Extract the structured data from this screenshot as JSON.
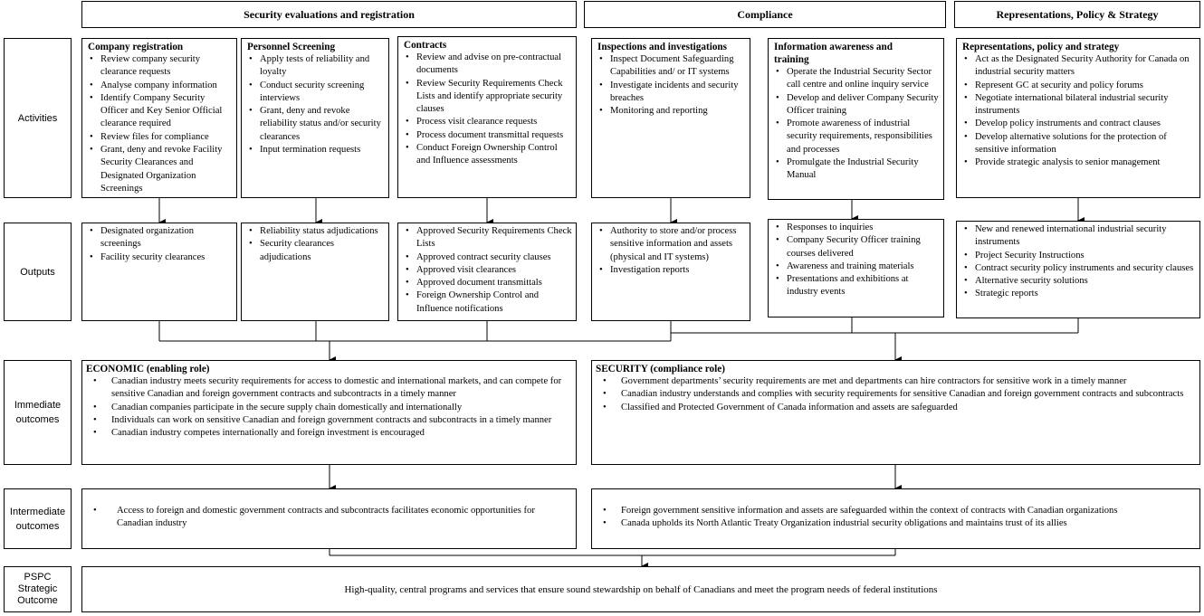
{
  "headers": {
    "security": "Security evaluations and registration",
    "compliance": "Compliance",
    "representations": "Representations, Policy & Strategy"
  },
  "row_labels": {
    "activities": "Activities",
    "outputs": "Outputs",
    "immediate": "Immediate outcomes",
    "intermediate": "Intermediate outcomes",
    "strategic": "PSPC Strategic Outcome"
  },
  "activities": [
    {
      "title": "Company registration",
      "items": [
        "Review company security clearance requests",
        "Analyse company information",
        "Identify Company Security Officer and Key Senior Official clearance required",
        "Review files for compliance",
        "Grant, deny and revoke Facility Security Clearances and Designated Organization Screenings"
      ]
    },
    {
      "title": "Personnel Screening",
      "items": [
        "Apply tests of reliability and loyalty",
        "Conduct security screening interviews",
        "Grant, deny and revoke reliability status and/or security clearances",
        "Input termination requests"
      ]
    },
    {
      "title": "Contracts",
      "items": [
        "Review and advise on pre-contractual documents",
        "Review Security Requirements Check Lists and identify appropriate security clauses",
        "Process visit clearance requests",
        "Process document transmittal requests",
        "Conduct Foreign Ownership Control and Influence assessments"
      ]
    },
    {
      "title": "Inspections and investigations",
      "items": [
        "Inspect Document Safeguarding Capabilities and/ or IT systems",
        "Investigate incidents and security breaches",
        "Monitoring and reporting"
      ]
    },
    {
      "title": "Information awareness and training",
      "items": [
        "Operate the Industrial Security Sector call centre and online inquiry service",
        "Develop and deliver Company Security Officer training",
        "Promote awareness of industrial security requirements, responsibilities and processes",
        "Promulgate the Industrial Security Manual"
      ]
    },
    {
      "title": "Representations, policy and strategy",
      "items": [
        "Act as the Designated Security Authority for Canada on industrial security matters",
        "Represent GC at security and policy forums",
        "Negotiate international bilateral industrial security instruments",
        "Develop policy instruments and contract clauses",
        "Develop alternative solutions for the protection of sensitive information",
        "Provide strategic analysis to senior management"
      ]
    }
  ],
  "outputs": [
    {
      "items": [
        "Designated organization screenings",
        "Facility security clearances"
      ]
    },
    {
      "items": [
        "Reliability status adjudications",
        "Security clearances adjudications"
      ]
    },
    {
      "items": [
        "Approved Security Requirements Check Lists",
        "Approved contract security clauses",
        "Approved visit clearances",
        "Approved document transmittals",
        "Foreign Ownership Control and Influence notifications"
      ]
    },
    {
      "items": [
        "Authority to store and/or process sensitive information and assets (physical and IT systems)",
        "Investigation reports"
      ]
    },
    {
      "items": [
        "Responses to inquiries",
        "Company Security Officer training courses delivered",
        "Awareness and training materials",
        "Presentations and exhibitions at industry events"
      ]
    },
    {
      "items": [
        "New and renewed international industrial security instruments",
        "Project Security Instructions",
        "Contract security policy instruments and security clauses",
        "Alternative security solutions",
        "Strategic reports"
      ]
    }
  ],
  "immediate": [
    {
      "title": "ECONOMIC (enabling role)",
      "items": [
        "Canadian industry meets security requirements for access to domestic and international markets, and can compete for sensitive Canadian and foreign government contracts and subcontracts in a timely manner",
        "Canadian companies participate in the secure supply chain domestically and internationally",
        "Individuals can work on sensitive Canadian and foreign government contracts and subcontracts in a timely manner",
        "Canadian industry competes internationally and foreign investment is encouraged"
      ]
    },
    {
      "title": "SECURITY (compliance role)",
      "items": [
        "Government departments’ security requirements are met and departments can hire contractors for sensitive work in a timely manner",
        "Canadian industry understands and complies with security requirements for sensitive Canadian and foreign government contracts and subcontracts",
        "Classified and Protected Government of Canada information and assets are safeguarded"
      ]
    }
  ],
  "intermediate": [
    {
      "items": [
        "Access to foreign and domestic government contracts and subcontracts facilitates economic opportunities for Canadian industry"
      ]
    },
    {
      "items": [
        "Foreign government sensitive information and assets are safeguarded within the context of contracts with Canadian organizations",
        "Canada upholds its North Atlantic Treaty Organization industrial security obligations and maintains trust of its allies"
      ]
    }
  ],
  "strategic_outcome": "High-quality, central programs and services that ensure sound stewardship on behalf of Canadians and meet the program needs of federal institutions"
}
